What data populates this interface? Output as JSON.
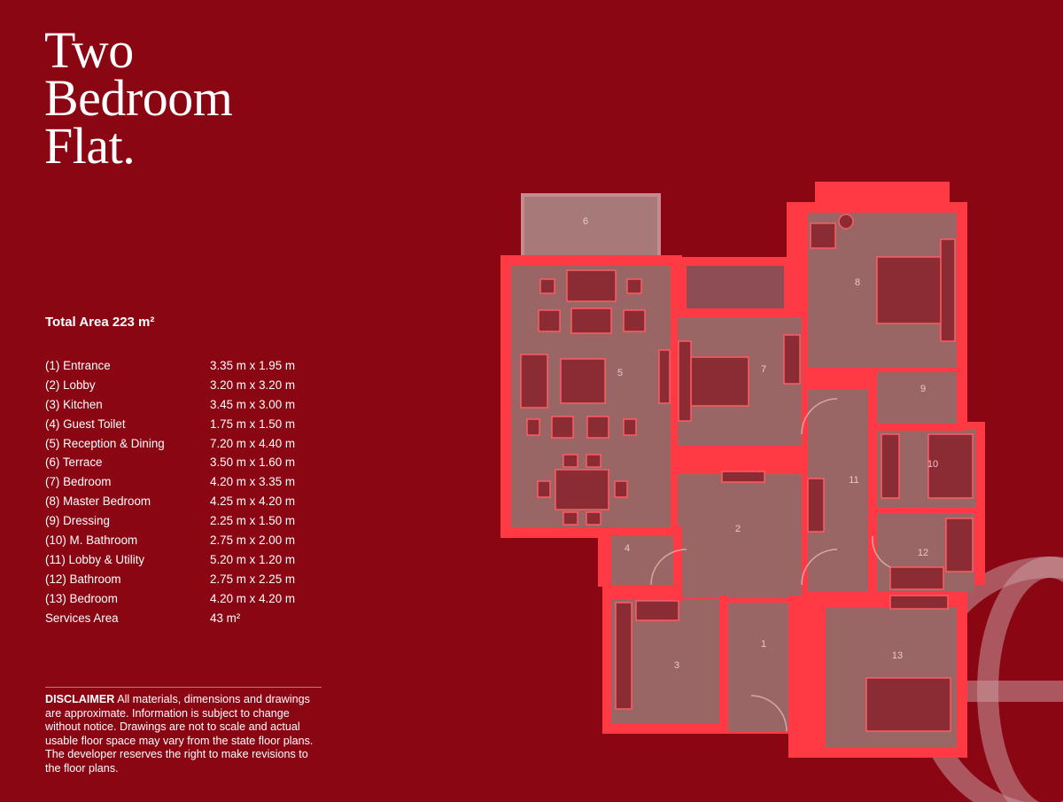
{
  "title_lines": [
    "Two",
    "Bedroom",
    "Flat."
  ],
  "total_area_label": "Total Area 223 m²",
  "rooms": [
    {
      "name": "(1) Entrance",
      "size": "3.35 m x 1.95 m"
    },
    {
      "name": "(2) Lobby",
      "size": "3.20 m x 3.20 m"
    },
    {
      "name": "(3) Kitchen",
      "size": "3.45 m x 3.00 m"
    },
    {
      "name": "(4) Guest Toilet",
      "size": "1.75 m x 1.50 m"
    },
    {
      "name": "(5) Reception & Dining",
      "size": "7.20 m x 4.40 m"
    },
    {
      "name": "(6) Terrace",
      "size": "3.50 m x 1.60 m"
    },
    {
      "name": "(7) Bedroom",
      "size": "4.20 m x 3.35 m"
    },
    {
      "name": "(8) Master Bedroom",
      "size": "4.25 m x 4.20 m"
    },
    {
      "name": "(9) Dressing",
      "size": "2.25 m x 1.50 m"
    },
    {
      "name": "(10) M. Bathroom",
      "size": "2.75 m x 2.00 m"
    },
    {
      "name": "(11) Lobby & Utility",
      "size": "5.20 m x 1.20 m"
    },
    {
      "name": "(12) Bathroom",
      "size": "2.75 m x 2.25 m"
    },
    {
      "name": "(13) Bedroom",
      "size": "4.20 m x 4.20 m"
    },
    {
      "name": "Services Area",
      "size": "43 m²"
    }
  ],
  "disclaimer": {
    "heading": "DISCLAIMER",
    "text": "All materials, dimensions and drawings are approximate. Information is subject to change without notice. Drawings are not to scale and actual usable floor space may vary from the state floor plans. The developer reserves the right to make revisions to the floor plans."
  },
  "plan_labels": [
    "1",
    "2",
    "3",
    "4",
    "5",
    "6",
    "7",
    "8",
    "9",
    "10",
    "11",
    "12",
    "13"
  ],
  "colors": {
    "background": "#8b0613",
    "wall": "#ff3a45",
    "floor": "#9a6565"
  }
}
